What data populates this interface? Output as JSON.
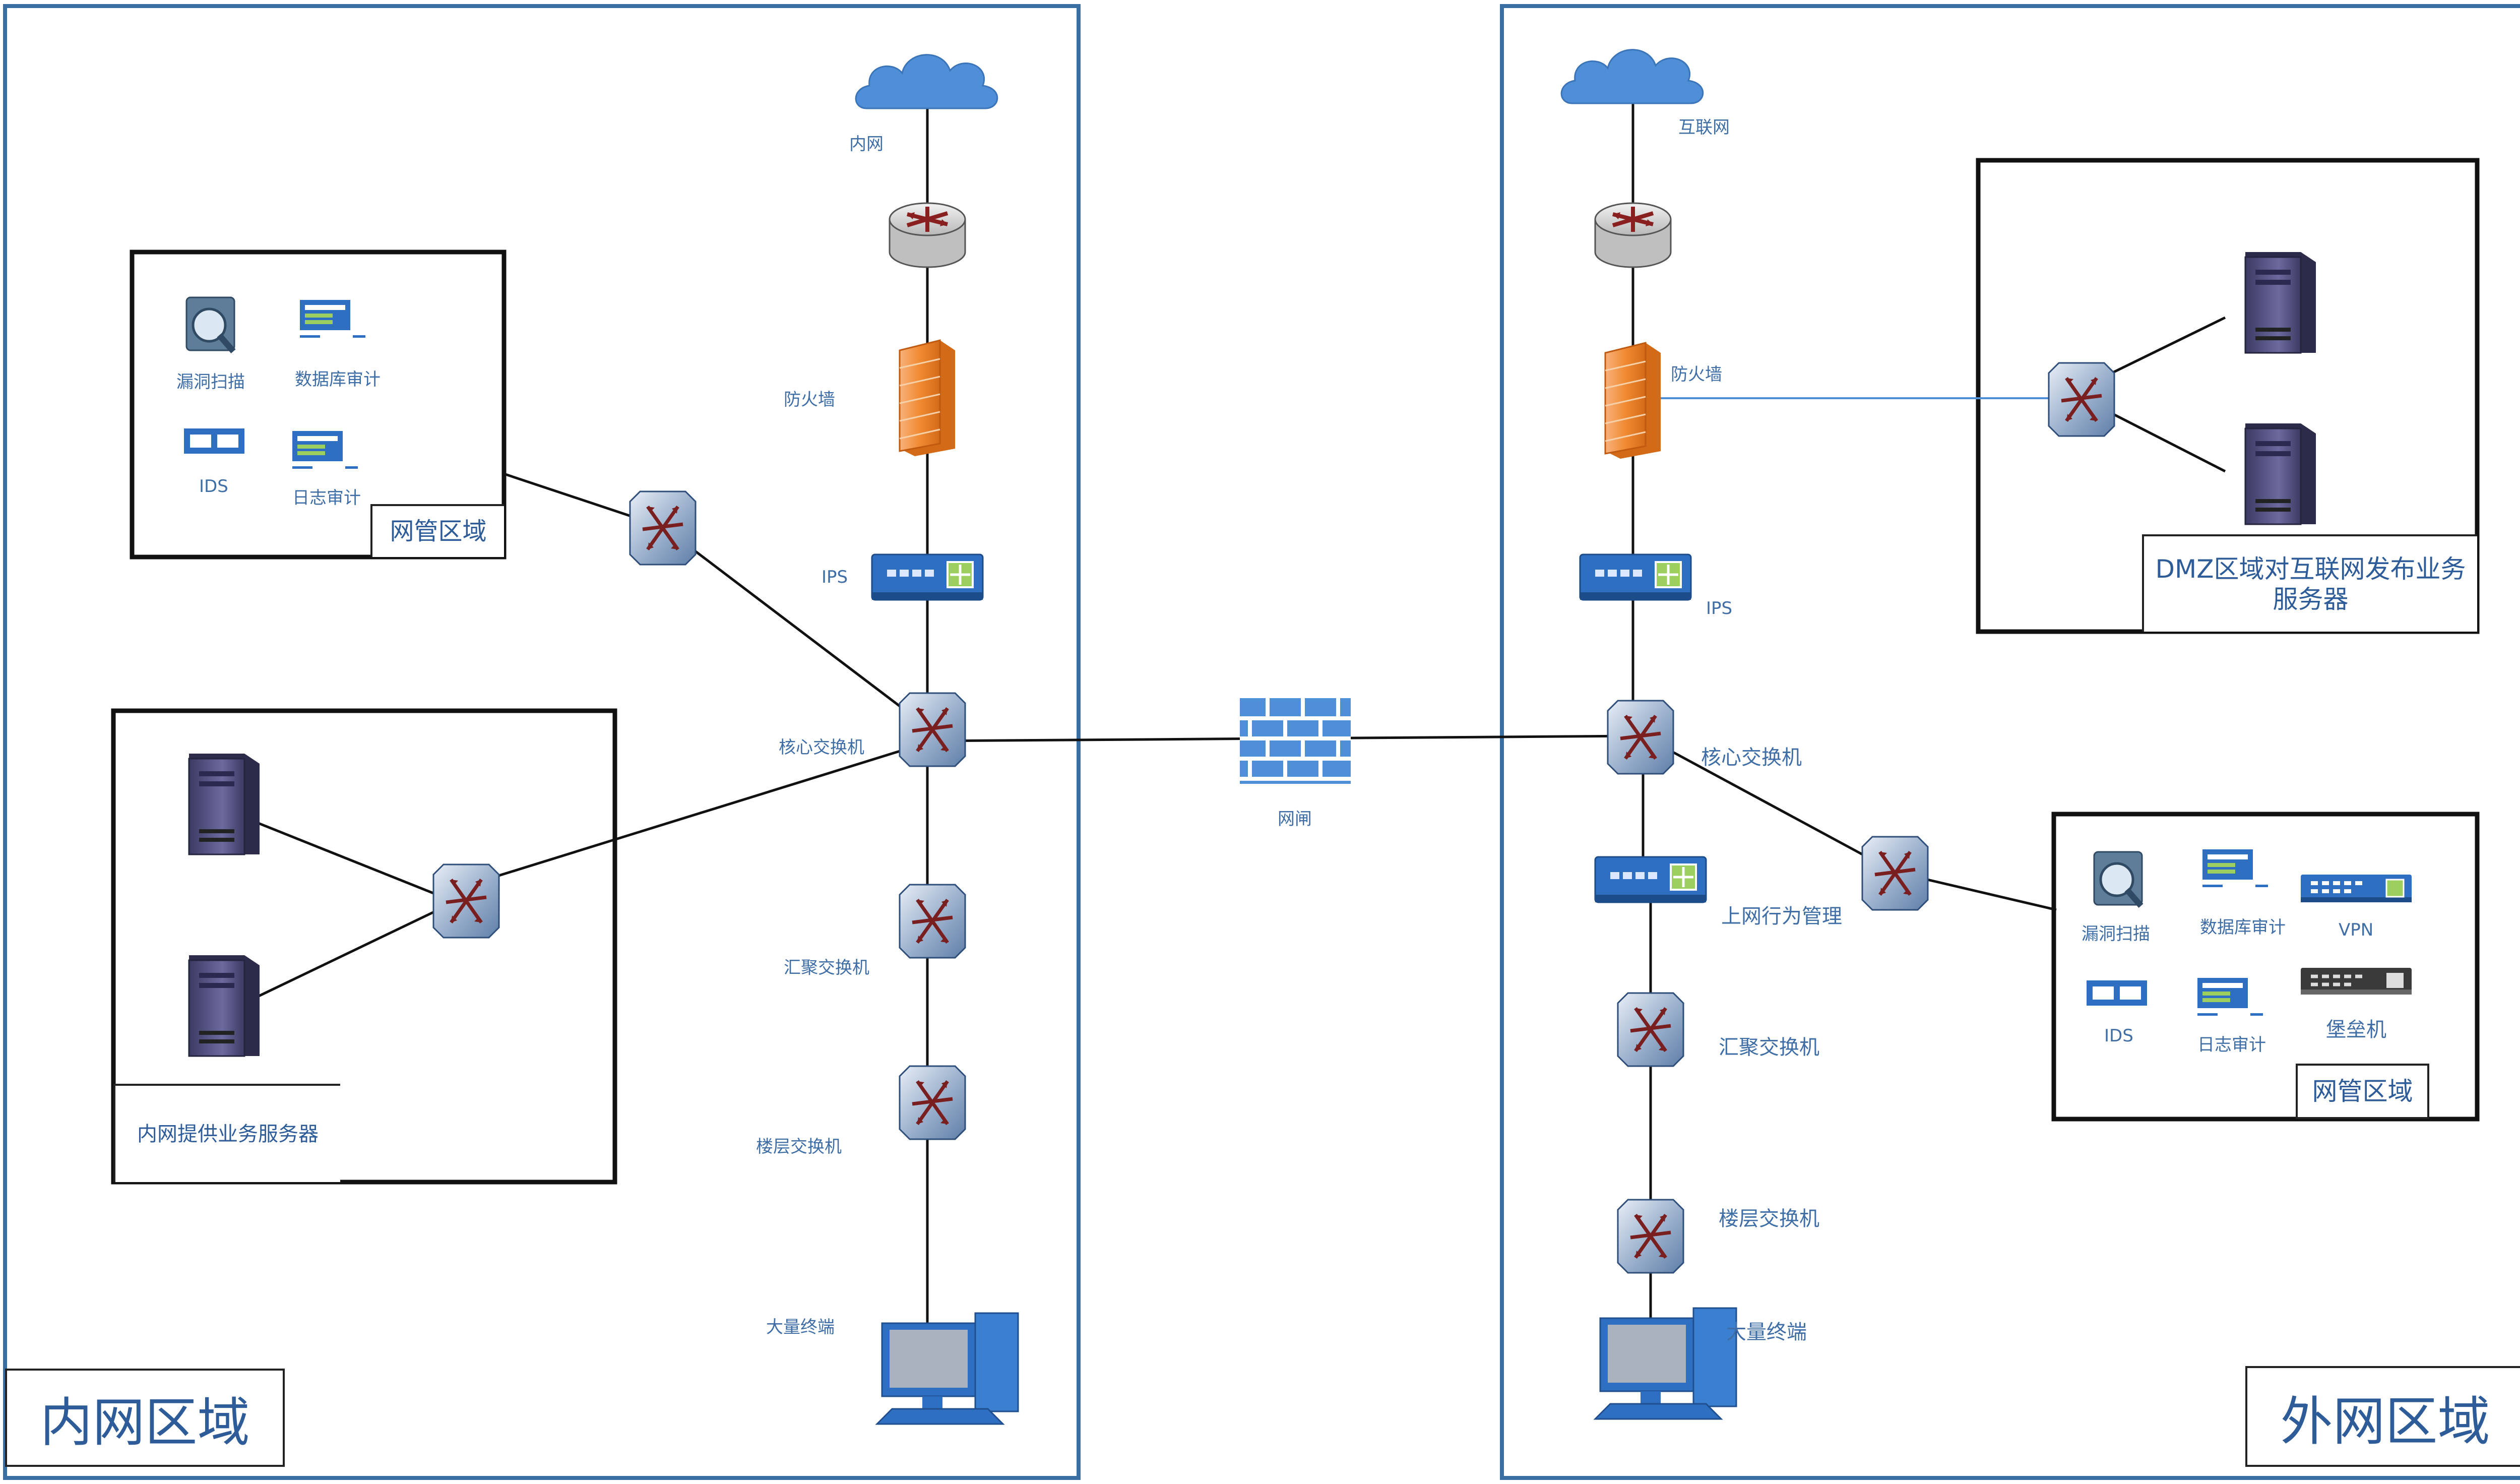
{
  "zones": {
    "intranet": {
      "title": "内网区域"
    },
    "extranet": {
      "title": "外网区域"
    }
  },
  "gateway": {
    "label": "网闸"
  },
  "intranet": {
    "cloud": "内网",
    "firewall": "防火墙",
    "ips": "IPS",
    "core_switch": "核心交换机",
    "aggregation_switch": "汇聚交换机",
    "floor_switch": "楼层交换机",
    "terminals": "大量终端",
    "mgmt_box": {
      "title": "网管区域",
      "items": [
        "漏洞扫描",
        "数据库审计",
        "IDS",
        "日志审计"
      ]
    },
    "server_box": {
      "title": "内网提供业务服务器"
    }
  },
  "extranet": {
    "cloud": "互联网",
    "firewall": "防火墙",
    "ips": "IPS",
    "core_switch": "核心交换机",
    "behavior_mgmt": "上网行为管理",
    "aggregation_switch": "汇聚交换机",
    "floor_switch": "楼层交换机",
    "terminals": "大量终端",
    "dmz_box": {
      "title_line1": "DMZ区域对互联网发布业务",
      "title_line2": "服务器"
    },
    "mgmt_box": {
      "title": "网管区域",
      "items": [
        "漏洞扫描",
        "数据库审计",
        "VPN",
        "IDS",
        "日志审计",
        "堡垒机"
      ]
    }
  },
  "icons": {
    "cloud": "cloud-icon",
    "router": "router-icon",
    "firewall": "firewall-icon",
    "ips": "ips-icon",
    "switch": "switch-icon",
    "server": "server-icon",
    "pc": "pc-icon",
    "gateway": "brick-wall-icon"
  },
  "colors": {
    "zone_border": "#3a6fa3",
    "label_text": "#3f6ea6",
    "link": "#111111",
    "firewall": "#f08a32"
  }
}
